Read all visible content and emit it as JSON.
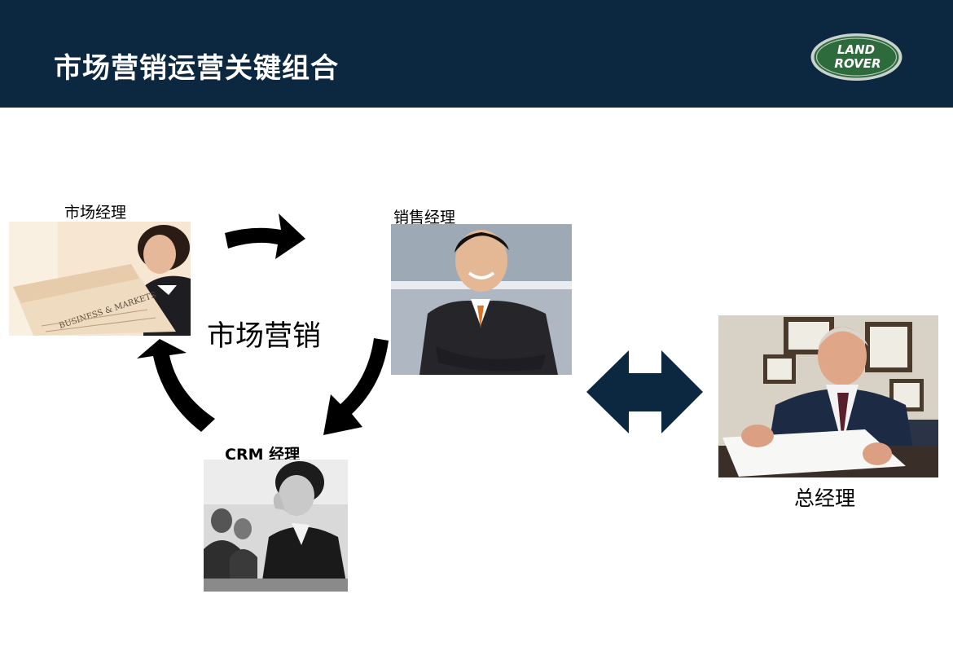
{
  "title": "市场营销运营关键组合",
  "logo": {
    "line1": "LAND",
    "line2": "ROVER"
  },
  "cycle_label": "市场营销",
  "roles": {
    "marketing_manager": "市场经理",
    "sales_manager": "销售经理",
    "crm_manager": "CRM 经理",
    "general_manager": "总经理"
  },
  "photo_texts": {
    "newspaper": "BUSINESS & MARKETS"
  },
  "colors": {
    "header": "#0c2740",
    "double_arrow": "#0c2740",
    "cycle_arrows": "#000000",
    "logo_green": "#2e6b3c"
  }
}
